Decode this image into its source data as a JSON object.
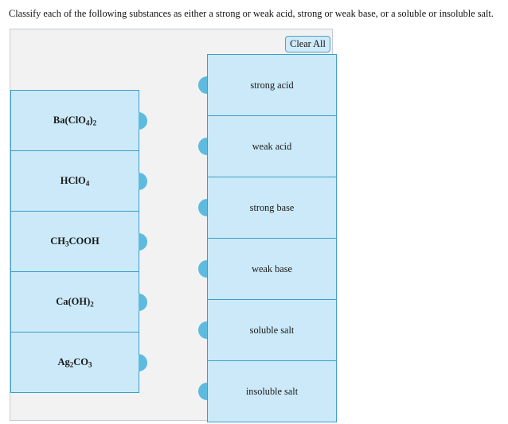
{
  "prompt": {
    "text": "Classify each of the following substances as either a strong or weak acid, strong or weak base, or a soluble or insoluble salt."
  },
  "toolbar": {
    "clear_all_label": "Clear All"
  },
  "colors": {
    "tile_fill": "#cbe9f8",
    "tile_border": "#3a9ec6",
    "knob": "#5cbbdf",
    "panel_background": "#f2f2f2",
    "panel_border": "#c3cad4",
    "button_fill": "#cfeaf8",
    "button_border": "#4ba3cc",
    "text": "#111111"
  },
  "drag_items": [
    {
      "id": "ba-clo4-2",
      "html": "Ba(ClO<sub>4</sub>)<sub>2</sub>",
      "plain": "Ba(ClO4)2"
    },
    {
      "id": "hclo4",
      "html": "HClO<sub>4</sub>",
      "plain": "HClO4"
    },
    {
      "id": "ch3cooh",
      "html": "CH<sub>3</sub>COOH",
      "plain": "CH3COOH"
    },
    {
      "id": "ca-oh-2",
      "html": "Ca(OH)<sub>2</sub>",
      "plain": "Ca(OH)2"
    },
    {
      "id": "ag2co3",
      "html": "Ag<sub>2</sub>CO<sub>3</sub>",
      "plain": "Ag2CO3"
    }
  ],
  "drop_targets": [
    {
      "id": "strong-acid",
      "label": "strong acid",
      "contents": []
    },
    {
      "id": "weak-acid",
      "label": "weak acid",
      "contents": []
    },
    {
      "id": "strong-base",
      "label": "strong base",
      "contents": []
    },
    {
      "id": "weak-base",
      "label": "weak base",
      "contents": []
    },
    {
      "id": "soluble-salt",
      "label": "soluble salt",
      "contents": []
    },
    {
      "id": "insoluble-salt",
      "label": "insoluble salt",
      "contents": []
    }
  ]
}
